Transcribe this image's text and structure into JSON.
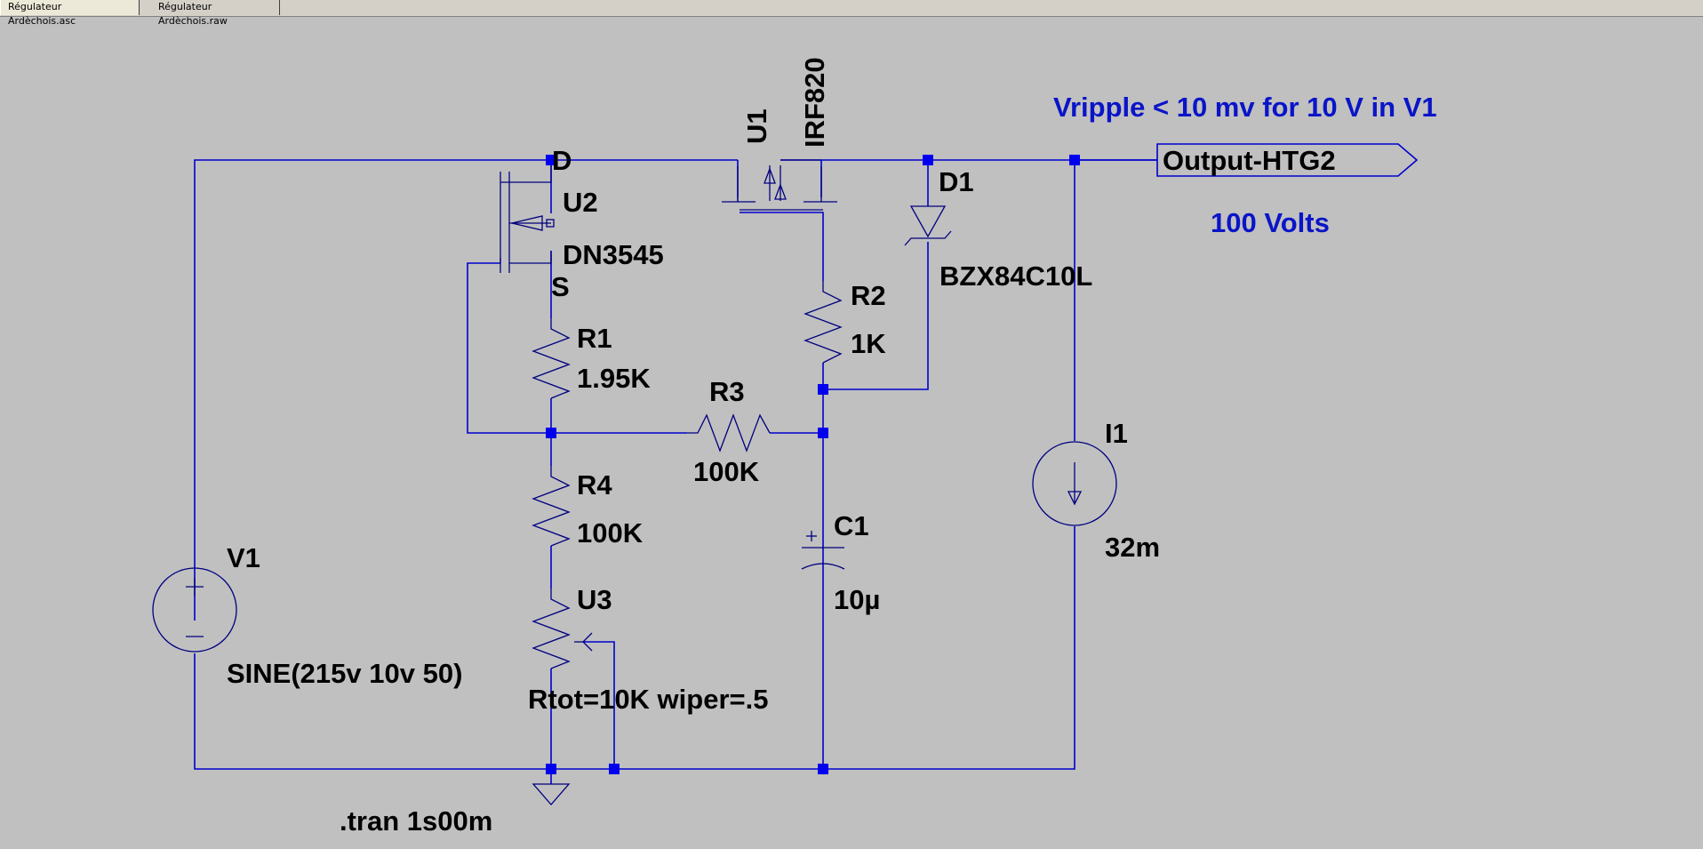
{
  "tabs": [
    {
      "label": "Régulateur Ardèchois.asc",
      "active": true
    },
    {
      "label": "Régulateur Ardèchois.raw",
      "active": false
    }
  ],
  "components": {
    "U1": {
      "ref": "U1",
      "value": "IRF820"
    },
    "U2": {
      "ref": "U2",
      "value": "DN3545",
      "pin_d": "D",
      "pin_s": "S"
    },
    "D1": {
      "ref": "D1",
      "value": "BZX84C10L"
    },
    "R1": {
      "ref": "R1",
      "value": "1.95K"
    },
    "R2": {
      "ref": "R2",
      "value": "1K"
    },
    "R3": {
      "ref": "R3",
      "value": "100K"
    },
    "R4": {
      "ref": "R4",
      "value": "100K"
    },
    "U3": {
      "ref": "U3",
      "value": "Rtot=10K wiper=.5"
    },
    "C1": {
      "ref": "C1",
      "value": "10µ"
    },
    "I1": {
      "ref": "I1",
      "value": "32m"
    },
    "V1": {
      "ref": "V1",
      "value": "SINE(215v 10v 50)"
    }
  },
  "output_label": "Output-HTG2",
  "comments": {
    "ripple": "Vripple < 10 mv for 10 V in V1",
    "voltage": "100 Volts"
  },
  "directive": ".tran 1s00m",
  "colors": {
    "background": "#c0c0c0",
    "wire": "#0000cc",
    "junction": "#0000ee",
    "comment_text": "#0a14c8"
  }
}
